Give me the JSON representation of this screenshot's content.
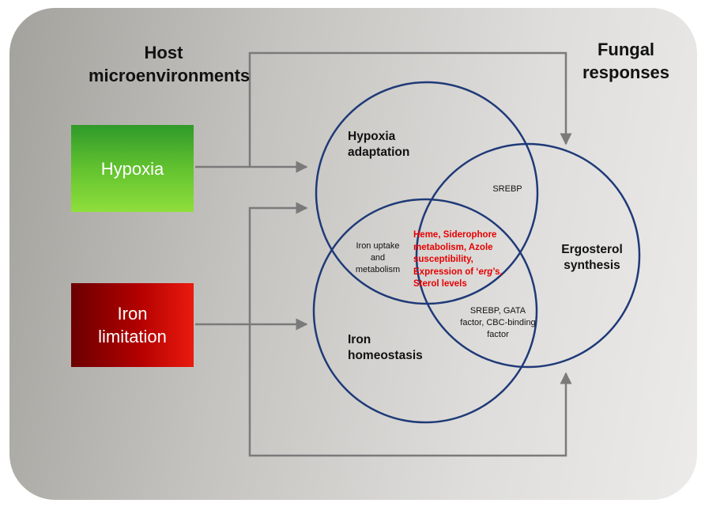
{
  "headings": {
    "host": "Host microenvironments",
    "fungal": "Fungal responses"
  },
  "inputs": {
    "hypoxia": "Hypoxia",
    "iron": "Iron limitation"
  },
  "circles": {
    "hypoxia": "Hypoxia adaptation",
    "ergosterol": "Ergosterol synthesis",
    "iron": "Iron homeostasis"
  },
  "overlaps": {
    "hypoxia_ergosterol": "SREBP",
    "hypoxia_iron": "Iron uptake and metabolism",
    "ergosterol_iron": "SREBP, GATA factor, CBC-binding factor",
    "center_lines": [
      "Heme, Siderophore",
      "metabolism, Azole",
      "susceptibility,"
    ],
    "center_expression_prefix": "Expression of ‘",
    "center_expression_italic": "erg",
    "center_expression_suffix": "’s,",
    "center_last": "Sterol levels"
  },
  "colors": {
    "circle_stroke": "#1f3a78",
    "arrow": "#7a7a7a",
    "highlight_text": "#e60000",
    "hypoxia_box": "#62c22f",
    "iron_box": "#b20000"
  }
}
